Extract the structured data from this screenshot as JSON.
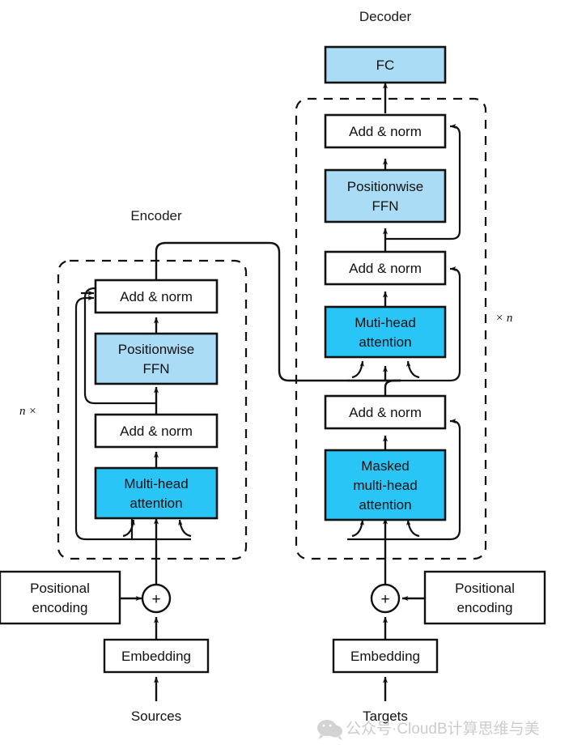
{
  "figure": {
    "type": "architecture-diagram",
    "subject": "Transformer encoder-decoder architecture"
  },
  "titles": {
    "encoder": "Encoder",
    "decoder": "Decoder"
  },
  "repeat_labels": {
    "encoder": "n ×",
    "decoder": "× n"
  },
  "colors": {
    "attention_fill": "#29c5f6",
    "ffn_fill": "#abdcf5",
    "plain_fill": "#ffffff",
    "stroke": "#111111",
    "watermark": "#cccccc"
  },
  "encoder_blocks": {
    "add_norm_top": "Add & norm",
    "ffn_line1": "Positionwise",
    "ffn_line2": "FFN",
    "add_norm_bottom": "Add & norm",
    "attention_line1": "Multi-head",
    "attention_line2": "attention"
  },
  "decoder_blocks": {
    "fc": "FC",
    "add_norm_top": "Add & norm",
    "ffn_line1": "Positionwise",
    "ffn_line2": "FFN",
    "add_norm_mid": "Add & norm",
    "cross_attention_line1": "Muti-head",
    "cross_attention_line2": "attention",
    "add_norm_bottom": "Add & norm",
    "masked_attention_line1": "Masked",
    "masked_attention_line2": "multi-head",
    "masked_attention_line3": "attention"
  },
  "inputs": {
    "source_positional_line1": "Positional",
    "source_positional_line2": "encoding",
    "source_embedding": "Embedding",
    "source_label": "Sources",
    "target_positional_line1": "Positional",
    "target_positional_line2": "encoding",
    "target_embedding": "Embedding",
    "target_label": "Targets",
    "add_operator": "+"
  },
  "watermark": {
    "text": "公众号·CloudB计算思维与美",
    "icon": "wechat-icon"
  }
}
